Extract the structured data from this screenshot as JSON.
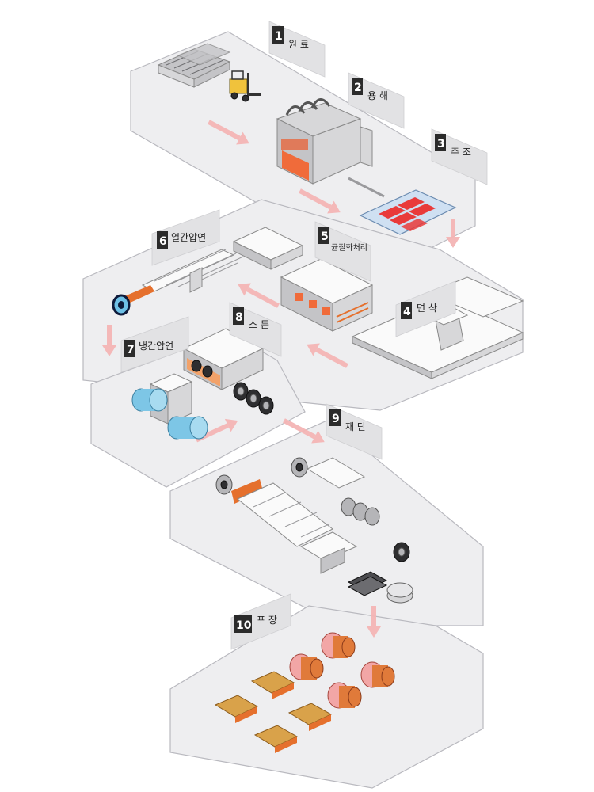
{
  "colors": {
    "zone_fill": "#eeeef0",
    "zone_stroke": "#b9b9bf",
    "flow_arrow": "#f3b4b4",
    "tag_number_bg": "#2b2b2b",
    "molten": "#f06b3a",
    "mold_cells": "#e93a3a",
    "packing_copper": "#d9a24a",
    "packing_coils": "#f2a6a6"
  },
  "steps": [
    {
      "number": "1",
      "name": "원 료"
    },
    {
      "number": "2",
      "name": "용 해"
    },
    {
      "number": "3",
      "name": "주 조"
    },
    {
      "number": "4",
      "name": "면 삭"
    },
    {
      "number": "5",
      "name": "균질화처리"
    },
    {
      "number": "6",
      "name": "열간압연"
    },
    {
      "number": "7",
      "name": "냉간압연"
    },
    {
      "number": "8",
      "name": "소 둔"
    },
    {
      "number": "9",
      "name": "재 단"
    },
    {
      "number": "10",
      "name": "포 장"
    }
  ]
}
